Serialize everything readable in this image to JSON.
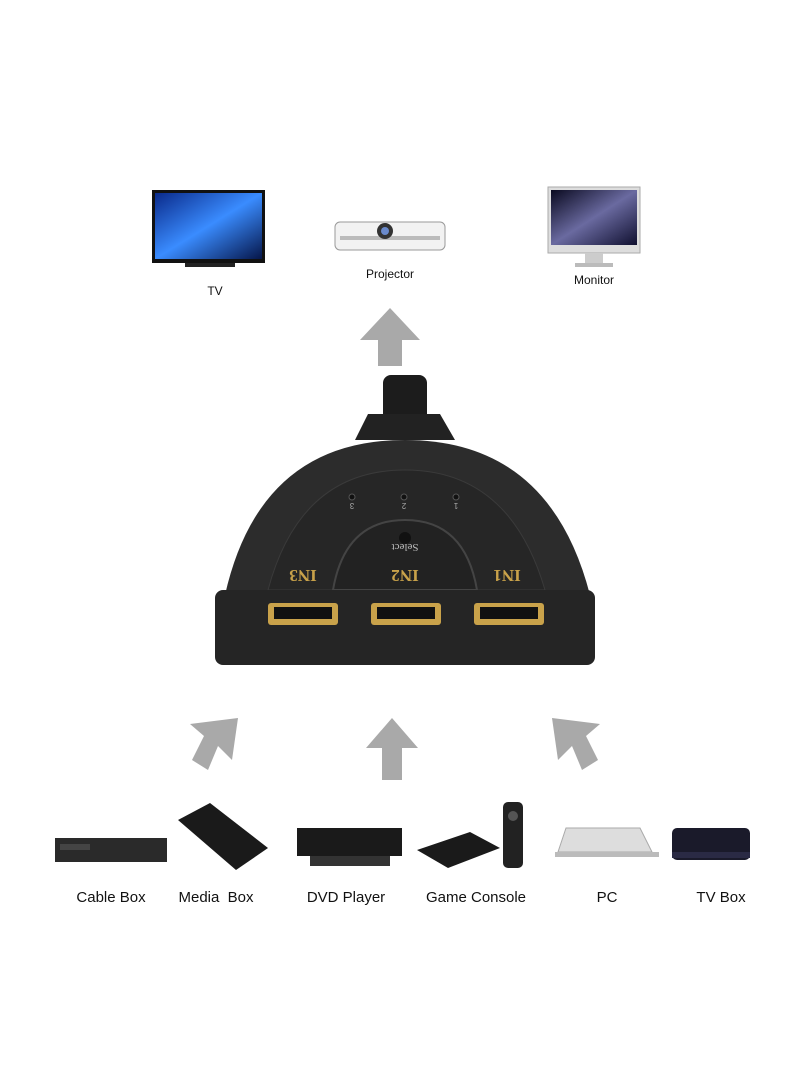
{
  "outputs": [
    {
      "label": "TV"
    },
    {
      "label": "Projector"
    },
    {
      "label": "Monitor"
    }
  ],
  "switch": {
    "ports": [
      "IN3",
      "IN2",
      "IN1"
    ],
    "leds": [
      "3",
      "2",
      "1"
    ],
    "button_label": "Select"
  },
  "inputs": [
    {
      "label": "Cable Box"
    },
    {
      "label": "Media  Box"
    },
    {
      "label": "DVD Player"
    },
    {
      "label": "Game Console"
    },
    {
      "label": "PC"
    },
    {
      "label": "TV Box"
    }
  ],
  "colors": {
    "arrow": "#a9a9a9",
    "body": "#2b2b2b",
    "gold": "#c9a24a"
  }
}
